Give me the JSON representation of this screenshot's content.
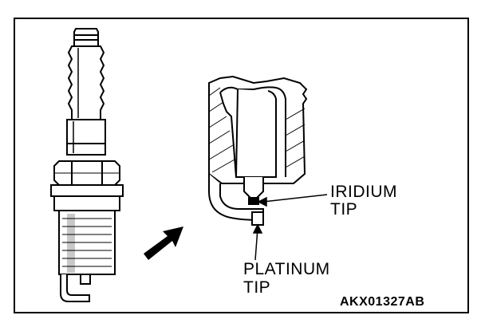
{
  "labels": {
    "iridium_line1": "IRIDIUM",
    "iridium_line2": "TIP",
    "platinum_line1": "PLATINUM",
    "platinum_line2": "TIP"
  },
  "figure_code": "AKX01327AB",
  "colors": {
    "ink": "#000000",
    "paper": "#ffffff",
    "shade": "#c8c8c8"
  },
  "icons": [
    "spark-plug",
    "enlarge-arrow",
    "electrode-detail"
  ]
}
